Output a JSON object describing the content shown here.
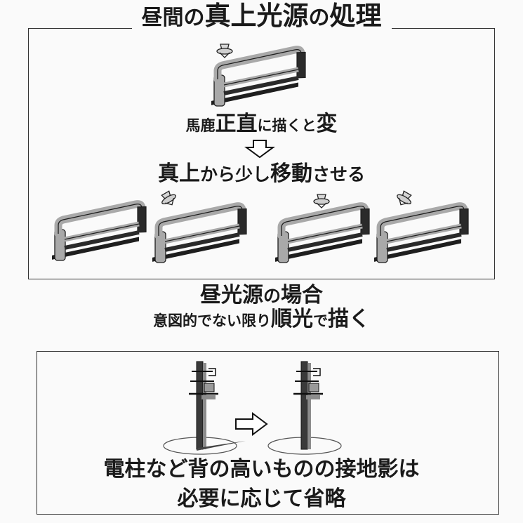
{
  "title": {
    "part1": "昼間の",
    "part2": "真上光源",
    "part3": "の",
    "part4": "処理"
  },
  "caption_frontal": {
    "p1": "馬鹿",
    "p2": "正直",
    "p3": "に描くと",
    "p4": "変"
  },
  "caption_shift": {
    "p1": "真上",
    "p2": "から少し",
    "p3": "移動",
    "p4": "させる"
  },
  "caption_daylight": {
    "p1": "昼光源",
    "p2": "の",
    "p3": "場合"
  },
  "caption_backlight": {
    "p1": "意図的でない限り",
    "p2": "順光",
    "p3": "で",
    "p4": "描く"
  },
  "caption_pole": {
    "line1": "電柱など背の高いものの接地影は",
    "line2": "必要に応じて省略"
  },
  "colors": {
    "rail_light": "#a9a9a9",
    "rail_dark": "#2b2b2b",
    "frame": "#333333",
    "background": "#fafafa"
  },
  "icons": [
    "lamp-icon",
    "down-arrow-icon",
    "right-arrow-icon",
    "utility-pole-icon"
  ]
}
